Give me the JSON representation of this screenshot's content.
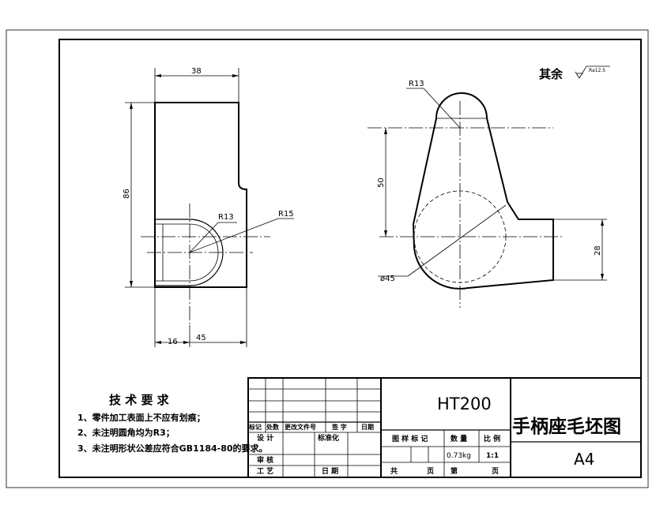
{
  "roughness_note": {
    "label": "其余",
    "symbol_value": "Ra12.5"
  },
  "dimensions": {
    "width_38": "38",
    "height_86": "86",
    "radius_r13_front": "R13",
    "radius_r15": "R15",
    "dist_16": "16",
    "dist_45": "45",
    "radius_r13_side": "R13",
    "height_50": "50",
    "diameter_45": "ø45",
    "height_28": "28"
  },
  "tech_requirements": {
    "title": "技 术 要 求",
    "items": [
      "1、零件加工表面上不应有划痕；",
      "2、未注明圆角均为R3；",
      "3、未注明形状公差应符合GB1184-80的要求。"
    ]
  },
  "title_block": {
    "material": "HT200",
    "drawing_name": "手柄座毛坯图",
    "sheet_size": "A4",
    "revision_headers": [
      "标记",
      "处数",
      "更改文件号",
      "签 字",
      "日期"
    ],
    "design_label": "设 计",
    "standardize_label": "标准化",
    "review_label": "审 核",
    "process_label": "工 艺",
    "date_label": "日 期",
    "stage_mark_label": "图 样 标 记",
    "quantity_label": "数 量",
    "scale_label": "比 例",
    "weight_value": "0.73kg",
    "scale_value": "1:1",
    "total_label": "共",
    "sheet_label": "页",
    "page_label": "第",
    "page_suffix": "页"
  }
}
